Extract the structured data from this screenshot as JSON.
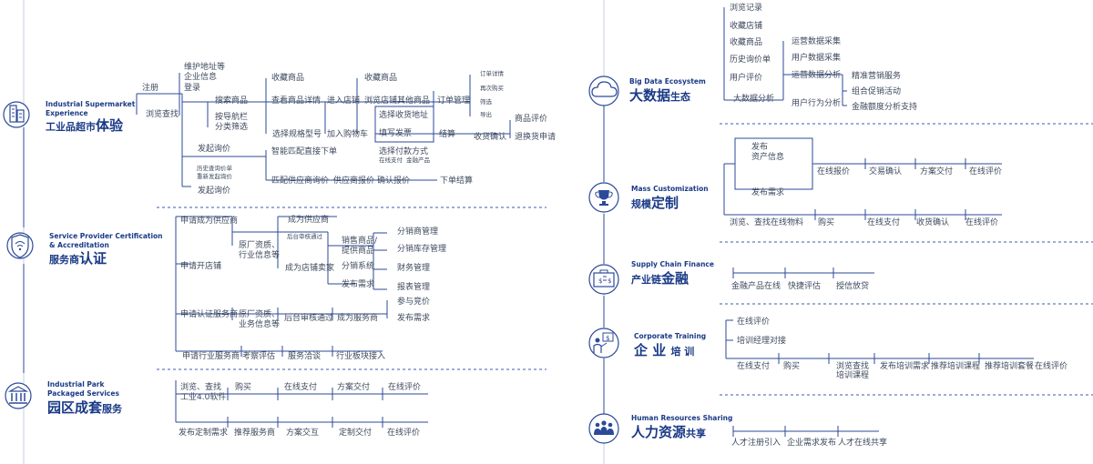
{
  "colors": {
    "line": "#2c4a9a",
    "text": "#3e4a5e",
    "title": "#1a3a86",
    "dash": "#3a5bb0"
  },
  "left": {
    "industrial_supermarket": {
      "title_en": [
        "Industrial Supermarket",
        "Experience"
      ],
      "title_zh_a": "工业品超市",
      "title_zh_b": "体验",
      "icon": "building-icon",
      "steps": {
        "register": "注册",
        "browse_search": "浏览查找",
        "maintain_address": "维护地址等",
        "company_info": "企业信息",
        "login": "登录",
        "search_goods": "搜索商品",
        "nav_by_key": "按导航栏",
        "category_filter": "分类筛选",
        "favorites_1": "收藏商品",
        "view_details": "查看商品详情",
        "enter_store": "进入店铺",
        "favorites_2": "收藏商品",
        "browse_other_goods": "浏览店铺其他商品",
        "select_spec": "选择规格型号",
        "add_cart": "加入购物车",
        "select_address": "选择收货地址",
        "fill_invoice": "填写发票",
        "select_pay": "选择付款方式",
        "pay_online": "在线支付",
        "pay_finance": "金融产品",
        "order_manage": "订单管理",
        "order_detail": "订单详情",
        "buy_again": "再次购买",
        "filter": "筛选",
        "export": "导出",
        "checkout": "结算",
        "confirm_receipt": "收货确认",
        "review": "商品评价",
        "return": "退换货申请",
        "launch_inquiry": "发起询价",
        "smart_match": "智能匹配直接下单",
        "inquiry_history": "历史查询价单",
        "reinquiry": "重新发起询价",
        "launch_inquiry_2": "发起询价",
        "match_supplier": "匹配供应商询价",
        "supplier_quote": "供应商报价",
        "confirm_quote": "确认报价",
        "place_order": "下单结算"
      }
    },
    "service_provider": {
      "title_en": [
        "Service Provider Certification",
        "& Accreditation"
      ],
      "title_zh_a": "服务商",
      "title_zh_b": "认证",
      "icon": "shield-wifi-icon",
      "steps": {
        "apply_supplier": "申请成为供应商",
        "become_supplier": "成为供应商",
        "factory_info": [
          "原厂资质、",
          "行业信息等"
        ],
        "review_pass": "后台审核通过",
        "sell_goods": [
          "销售商品/",
          "提供商品"
        ],
        "distribution_system": "分销系统",
        "become_seller": "成为店铺卖家",
        "apply_store": "申请开店铺",
        "distributor_mgmt": "分销商管理",
        "distribution_stock": "分销库存管理",
        "finance_mgmt": "财务管理",
        "publish_demand": "发布需求",
        "report_mgmt": "报表管理",
        "apply_service": "申请认证服务商",
        "factory_info_2": [
          "原厂资质、",
          "业务信息等"
        ],
        "review_pass_2": "后台审核通过",
        "become_service": "成为服务商",
        "join_bid": "参与竞价",
        "publish_demand_2": "发布需求",
        "apply_industry": "申请行业服务商",
        "inspect_eval": "考察评估",
        "service_negotiate": "服务洽谈",
        "industry_join": "行业板块接入"
      }
    },
    "industrial_park": {
      "title_en": [
        "Industrial Park",
        "Packaged Services"
      ],
      "title_zh_a": "园区成套",
      "title_zh_b": "服务",
      "icon": "museum-icon",
      "steps": {
        "browse": [
          "浏览、查找",
          "工业4.0软件"
        ],
        "buy": "购买",
        "pay_online": "在线支付",
        "deliver": "方案交付",
        "rate": "在线评价",
        "publish_custom": "发布定制需求",
        "recommend_service": "推荐服务商",
        "scheme_exchange": "方案交互",
        "custom_deliver": "定制交付",
        "rate_2": "在线评价"
      }
    }
  },
  "right": {
    "big_data": {
      "title_en": "Big Data Ecosystem",
      "title_zh_a": "大数据",
      "title_zh_b": "生态",
      "icon": "cloud-icon",
      "steps": {
        "browse_record": "浏览记录",
        "fav_store": "收藏店铺",
        "fav_goods": "收藏商品",
        "history_inquiry": "历史询价单",
        "user_review": "用户评价",
        "big_data_analysis": "大数据分析",
        "ops_collect": "运营数据采集",
        "user_collect": "用户数据采集",
        "ops_analysis": "运营数据分析",
        "user_behavior": "用户行为分析",
        "precision_marketing": "精准营销服务",
        "combo_promotion": "组合促销活动",
        "finance_limit": "金融额度分析支持"
      }
    },
    "mass_custom": {
      "title_en": "Mass Customization",
      "title_zh_a": "规模",
      "title_zh_b": "定制",
      "icon": "trophy-icon",
      "steps": {
        "publish_info": [
          "发布",
          "资产信息"
        ],
        "online_quote": "在线报价",
        "deal_confirm": "交易确认",
        "scheme_deliver": "方案交付",
        "online_rate": "在线评价",
        "publish_demand": "发布需求",
        "browse_material": "浏览、查找在线物料",
        "buy": "购买",
        "pay_online": "在线支付",
        "confirm_receipt": "收货确认",
        "online_rate_2": "在线评价"
      }
    },
    "supply_finance": {
      "title_en": "Supply Chain Finance",
      "title_zh_a": "产业链",
      "title_zh_b": "金融",
      "icon": "wallet-icon",
      "steps": {
        "finance_online": "金融产品在线",
        "quick_eval": "快捷评估",
        "credit_loan": "授信放贷"
      }
    },
    "corp_training": {
      "title_en": "Corporate Training",
      "title_zh_a": "企 业",
      "title_zh_b": "培 训",
      "icon": "presenter-icon",
      "steps": {
        "online_rate": "在线评价",
        "trainer_match": "培训经理对接",
        "pay_online": "在线支付",
        "buy": "购买",
        "browse_course": [
          "浏览查找",
          "培训课程"
        ],
        "publish_demand": "发布培训需求",
        "recommend_course": "推荐培训课程",
        "recommend_package": "推荐培训套餐",
        "online_rate_2": "在线评价"
      }
    },
    "hr_sharing": {
      "title_en": "Human Resources Sharing",
      "title_zh_a": "人力资源",
      "title_zh_b": "共享",
      "icon": "people-icon",
      "steps": {
        "talent_register": "人才注册引入",
        "company_demand": "企业需求发布",
        "talent_share": "人才在线共享"
      }
    }
  }
}
